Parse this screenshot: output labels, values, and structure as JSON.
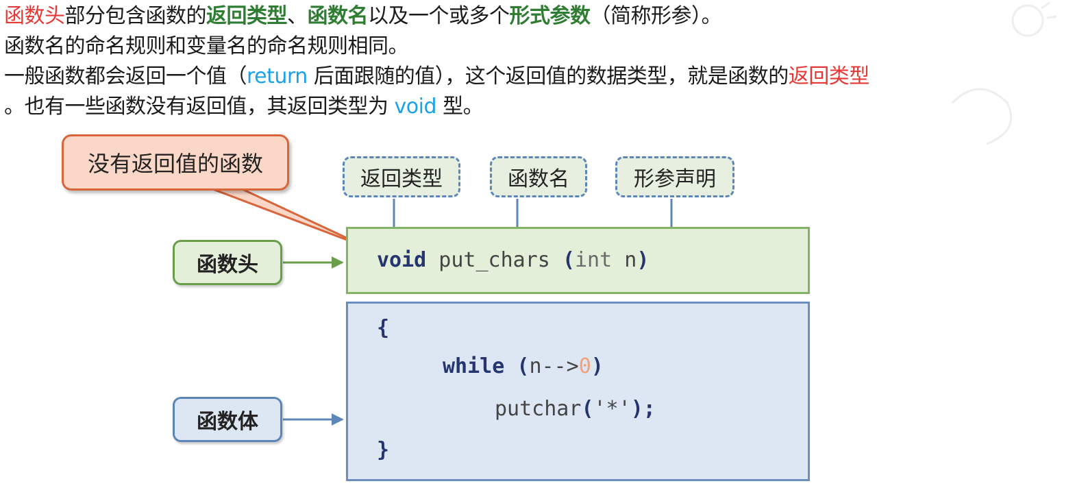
{
  "text": {
    "line1": {
      "s1": "函数头",
      "s2": "部分包含函数的",
      "s3": "返回类型",
      "s4": "、",
      "s5": "函数名",
      "s6": "以及一个或多个",
      "s7": "形式参数",
      "s8": "（简称形参）。"
    },
    "line2": "函数名的命名规则和变量名的命名规则相同。",
    "line3": {
      "s1": "一般函数都会返回一个值（",
      "s2": "return",
      "s3": " 后面跟随的值），这个返回值的数据类型，就是函数的",
      "s4": "返回类型"
    },
    "line4": {
      "s1": "。也有一些函数没有返回值，其返回类型为 ",
      "s2": "void",
      "s3": " 型。"
    }
  },
  "diagram": {
    "callout": "没有返回值的函数",
    "tags": {
      "return_type": "返回类型",
      "func_name": "函数名",
      "param_decl": "形参声明"
    },
    "side_labels": {
      "head": "函数头",
      "body": "函数体"
    },
    "code": {
      "head": {
        "kw": "void",
        "name": " put_chars ",
        "lp": "(",
        "type": "int",
        "param": " n",
        "rp": ")"
      },
      "open_brace": "{",
      "while_kw": "while",
      "while_lp": " (",
      "while_cond": "n-->",
      "while_num": "0",
      "while_rp": ")",
      "putchar_name": "putchar",
      "putchar_lp": "(",
      "putchar_arg": "'*'",
      "putchar_rp": ");",
      "close_brace": "}"
    }
  },
  "colors": {
    "red": "#e53935",
    "green": "#2e7d32",
    "blue": "#1aa3e8",
    "head_fill": "#e3efd9",
    "body_fill": "#dde6f3",
    "callout_fill": "#fbd7c7"
  }
}
